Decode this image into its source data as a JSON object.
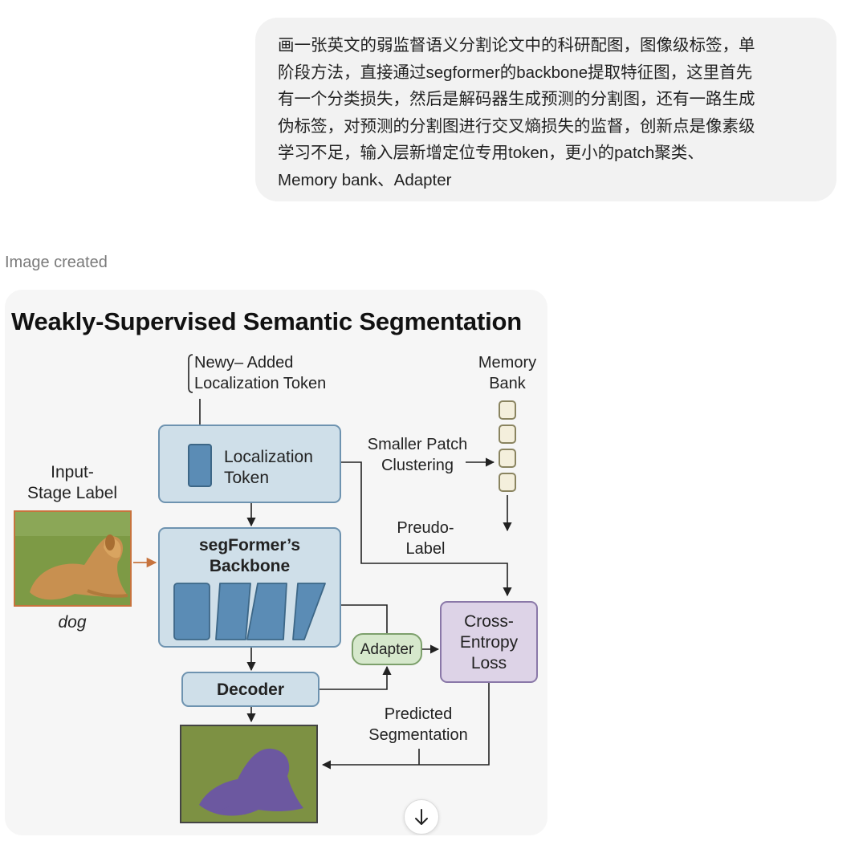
{
  "conversation": {
    "user_message_lines": [
      "画一张英文的弱监督语义分割论文中的科研配图，图像级标签，单",
      "阶段方法，直接通过segformer的backbone提取特征图，这里首先",
      "有一个分类损失，然后是解码器生成预测的分割图，还有一路生成",
      "伪标签，对预测的分割图进行交叉熵损失的监督，创新点是像素级",
      "学习不足，输入层新增定位专用token，更小的patch聚类、",
      "Memory bank、Adapter"
    ],
    "status": "Image created"
  },
  "figure": {
    "title": "Weakly-Supervised Semantic Segmentation",
    "new_token_note": [
      "Newy– Added",
      "Localization Token"
    ],
    "memory_bank_label": [
      "Memory",
      "Bank"
    ],
    "localization_token_label": [
      "Localization",
      "Token"
    ],
    "smaller_patch_label": [
      "Smaller Patch",
      "Clustering"
    ],
    "input_label": [
      "Input-",
      "Stage Label"
    ],
    "input_caption": "dog",
    "pseudo_label": [
      "Preudo-",
      "Label"
    ],
    "backbone_label": [
      "segFormer’s",
      "Backbone"
    ],
    "adapter_label": "Adapter",
    "loss_label": [
      "Cross-",
      "Entropy",
      "Loss"
    ],
    "decoder_label": "Decoder",
    "predicted_label": [
      "Predicted",
      "Segmentation"
    ]
  },
  "icons": {
    "scroll_down": "arrow-down-icon"
  },
  "colors": {
    "block_fill": "#cfdfe9",
    "block_border": "#6e93b0",
    "feature_map": "#5b8cb5",
    "adapter_fill": "#d6e8cc",
    "loss_fill": "#ddd3e7",
    "input_arrow": "#c7733d",
    "segmentation_bg": "#7d9143",
    "segmentation_fg": "#6c58a0"
  }
}
